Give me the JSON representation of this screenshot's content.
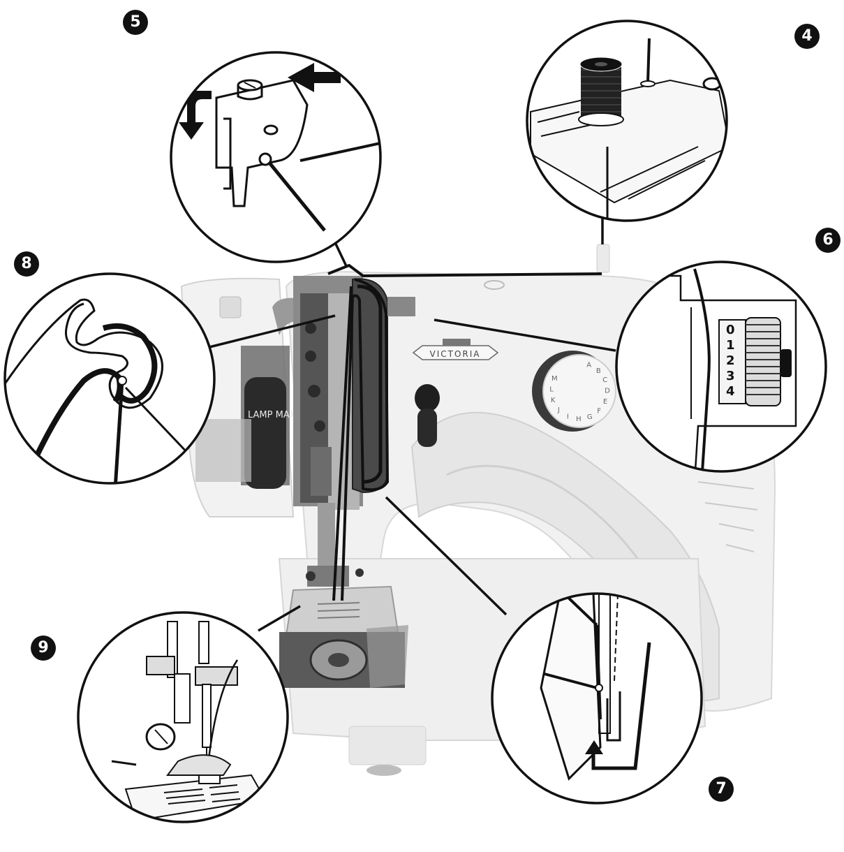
{
  "steps": {
    "s4": "4",
    "s5": "5",
    "s6": "6",
    "s7": "7",
    "s8": "8",
    "s9": "9"
  },
  "machine": {
    "brand": "VICTORIA",
    "lamp_label": "LAMP MAX",
    "dial_letters": [
      "A",
      "B",
      "C",
      "D",
      "E",
      "F",
      "G",
      "H",
      "I",
      "J",
      "K",
      "L",
      "M"
    ]
  },
  "tension_scale": [
    "0",
    "1",
    "2",
    "3",
    "4"
  ],
  "colors": {
    "line": "#111111",
    "machine_body": "#f1f1f1",
    "machine_shadow": "#dcdcdc",
    "metal": "#8a8a8a",
    "dark_metal": "#3a3a3a"
  }
}
